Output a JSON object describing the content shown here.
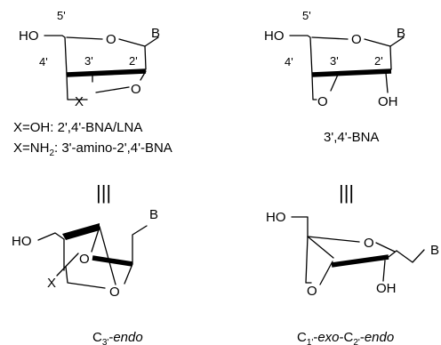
{
  "structures": {
    "bna_lna": {
      "ring_oxygen": "O",
      "base": "B",
      "hydroxyl": "HO",
      "substituent": "X",
      "bridge_oxygen": "O",
      "position_5": "5'",
      "position_4": "4'",
      "position_3": "3'",
      "position_2": "2'"
    },
    "bna_34": {
      "ring_oxygen": "O",
      "base": "B",
      "hydroxyl": "HO",
      "bridge_oxygen": "O",
      "hydroxyl_2": "OH",
      "position_5": "5'",
      "position_4": "4'",
      "position_3": "3'",
      "position_2": "2'"
    },
    "conf_c3_endo": {
      "hydroxyl": "HO",
      "base": "B",
      "ring_oxygen": "O",
      "bridge_oxygen": "O",
      "substituent": "X"
    },
    "conf_c1_exo": {
      "hydroxyl": "HO",
      "ring_oxygen": "O",
      "base": "B",
      "bridge_oxygen": "O",
      "hydroxyl_2": "OH"
    }
  },
  "captions": {
    "lna_line1": "X=OH:  2',4'-BNA/LNA",
    "lna_line2_prefix": "X=NH",
    "lna_line2_sub": "2",
    "lna_line2_suffix": ": 3'-amino-2',4'-BNA",
    "bna34": "3',4'-BNA",
    "equivalence": "|||",
    "conf_left_c": "C",
    "conf_left_sub": "3'",
    "conf_left_dash": "-",
    "conf_left_italic": "endo",
    "conf_right_c1": "C",
    "conf_right_sub1": "1'",
    "conf_right_dash1": "-",
    "conf_right_exo": "exo",
    "conf_right_dash2": "-C",
    "conf_right_sub2": "2'",
    "conf_right_dash3": "-",
    "conf_right_endo": "endo"
  }
}
